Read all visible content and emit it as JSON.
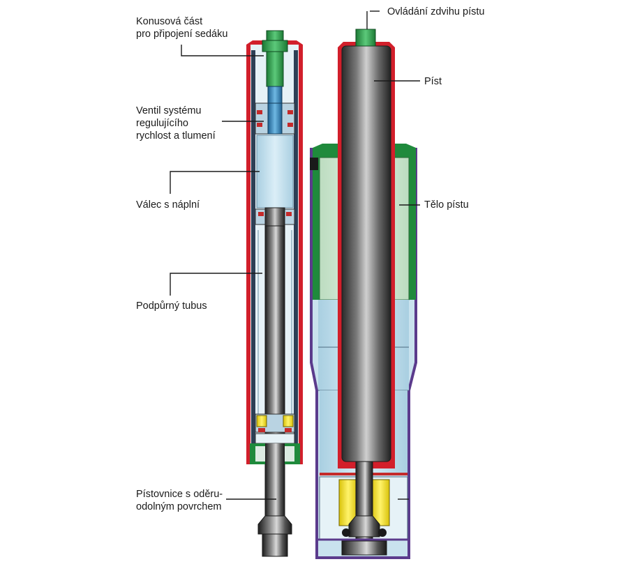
{
  "labels": {
    "seat_cone": [
      "Konusová část",
      "pro připojení sedáku"
    ],
    "valve": [
      "Ventil systému",
      "regulujícího",
      "rychlost a tlumení"
    ],
    "cylinder": [
      "Válec s náplní"
    ],
    "support_tube": [
      "Podpůrný tubus"
    ],
    "piston_rod": [
      "Pístovnice s oděru-",
      "odolným povrchem"
    ],
    "lift_control": [
      "Ovládání zdvihu pístu"
    ],
    "piston": [
      "Píst"
    ],
    "piston_body": [
      "Tělo pístu"
    ]
  },
  "colors": {
    "outer_tube": "#d21f2b",
    "cap_green": "#1f8a3c",
    "gas_fill": "#c9e2ee",
    "valve_blue": "#3a8fc4",
    "seal_yellow": "#f2e11a",
    "body_green": "#cde7cf",
    "frame_purple": "#5b3b8c",
    "rod_dark": "#2a2a2a"
  }
}
